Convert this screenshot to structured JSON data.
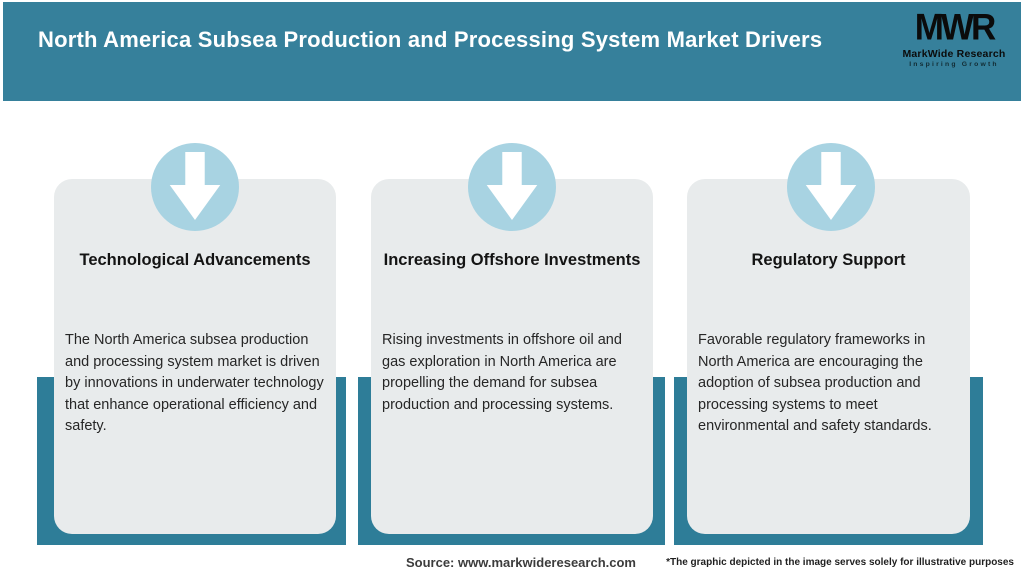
{
  "header": {
    "title": "North America Subsea Production and Processing System Market Drivers",
    "logo": {
      "monogram": "MWR",
      "name": "MarkWide Research",
      "tagline": "Inspiring Growth"
    }
  },
  "cards": [
    {
      "icon": "down-arrow-icon",
      "title": "Technological Advancements",
      "body": "The North America subsea production and processing system market is driven by innovations in underwater technology that enhance operational efficiency and safety."
    },
    {
      "icon": "down-arrow-icon",
      "title": "Increasing Offshore Investments",
      "body": "Rising investments in offshore oil and gas exploration in North America are propelling the demand for subsea production and processing systems."
    },
    {
      "icon": "down-arrow-icon",
      "title": "Regulatory Support",
      "body": "Favorable regulatory frameworks in North America are encouraging the adoption of subsea production and processing systems to meet environmental and safety standards."
    }
  ],
  "footer": {
    "source": "Source: www.markwideresearch.com",
    "disclaimer": "*The graphic depicted in the image serves solely for illustrative purposes"
  },
  "colors": {
    "header_teal": "#36809B",
    "bar_teal": "#2E7D98",
    "card_gray": "#E8EBEC",
    "circle_blue": "#A8D3E2",
    "title_color": "#141414",
    "body_color": "#262626"
  }
}
